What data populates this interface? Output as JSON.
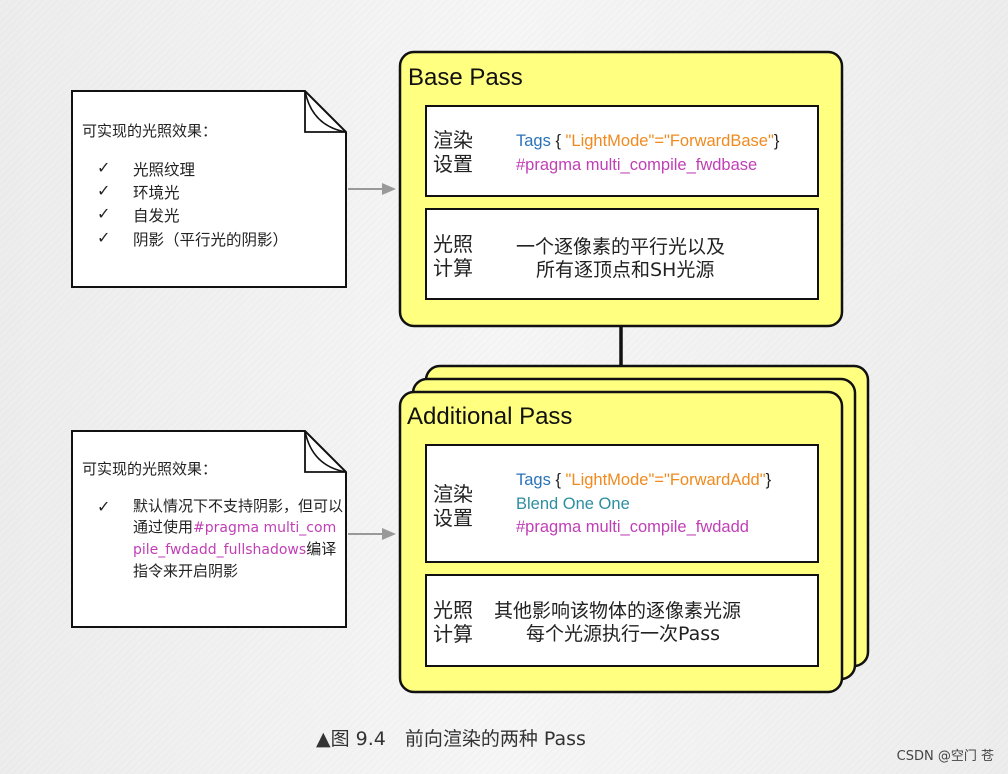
{
  "base_pass": {
    "title": "Base Pass",
    "render_setup_label": "渲染\n设置",
    "lighting_label": "光照\n计算",
    "code": {
      "tags_prefix": "Tags",
      "tags_brace_open": " { ",
      "tags_key": "\"LightMode\"",
      "tags_eq": "=",
      "tags_value": "\"ForwardBase\"",
      "tags_brace_close": "}",
      "pragma": "#pragma multi_compile_fwdbase"
    },
    "lighting_line1": "一个逐像素的平行光以及",
    "lighting_line2": "所有逐顶点和SH光源"
  },
  "additional_pass": {
    "title": "Additional Pass",
    "render_setup_label": "渲染\n设置",
    "lighting_label": "光照\n计算",
    "code": {
      "tags_prefix": "Tags",
      "tags_brace_open": " { ",
      "tags_key": "\"LightMode\"",
      "tags_eq": "=",
      "tags_value": "\"ForwardAdd\"",
      "tags_brace_close": "}",
      "blend": "Blend One One",
      "pragma": "#pragma multi_compile_fwdadd"
    },
    "lighting_line1": "其他影响该物体的逐像素光源",
    "lighting_line2": "每个光源执行一次Pass"
  },
  "note_base": {
    "header": "可实现的光照效果：",
    "check": "✓",
    "items": [
      "光照纹理",
      "环境光",
      "自发光",
      "阴影（平行光的阴影）"
    ]
  },
  "note_add": {
    "header": "可实现的光照效果：",
    "check": "✓",
    "text_part1": "默认情况下不支持阴影，但可以通过使用",
    "text_code": "#pragma multi_compile_fwdadd_fullshadows",
    "text_part2": "编译指令来开启阴影"
  },
  "caption": "▲图 9.4　前向渲染的两种 Pass",
  "watermark": "CSDN @空门 苍",
  "colors": {
    "panel_yellow": "#ffff80",
    "panel_stroke": "#111111",
    "arrow_gray": "#999999"
  }
}
